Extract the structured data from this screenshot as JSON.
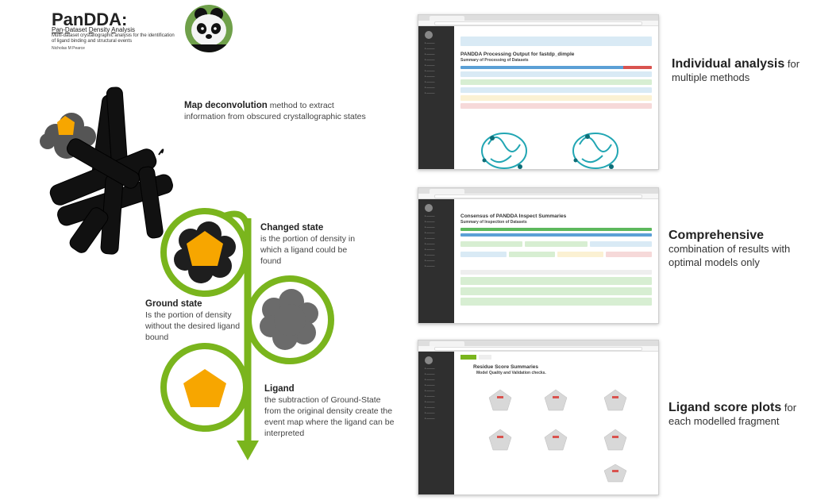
{
  "header": {
    "title": "PanDDA:",
    "subtitle_pan": "Pan",
    "subtitle_dash1": "-",
    "subtitle_dataset": "D",
    "subtitle_ataset": "ataset ",
    "subtitle_density": "D",
    "subtitle_ensity": "ensity ",
    "subtitle_analysis": "A",
    "subtitle_nalysis": "nalysis",
    "description": "Multi-dataset crystallographic analysis for the identification of ligand binding and structural events",
    "author": "Nicholas M Pearce"
  },
  "sections": {
    "map_deconvolution": {
      "bold": "Map deconvolution",
      "text": "method to extract information from obscured crystallographic states"
    },
    "changed_state": {
      "bold": "Changed state",
      "text": "is the portion of density in which a ligand could be found"
    },
    "ground_state": {
      "bold": "Ground state",
      "text": "Is the portion of density without the desired ligand bound"
    },
    "ligand": {
      "bold": "Ligand",
      "text": "the subtraction of Ground-State from the original density create the event map where the ligand can be interpreted"
    }
  },
  "features": [
    {
      "bold": "Individual analysis",
      "text": "for multiple methods"
    },
    {
      "bold": "Comprehensive",
      "text": "combination of results with optimal models only"
    },
    {
      "bold": "Ligand score plots",
      "text": "for each modelled fragment"
    }
  ],
  "screens": {
    "s1": {
      "h1": "PANDDA Processing Output for fastdp_dimple",
      "h2": "Summary of Processing of Datasets"
    },
    "s2": {
      "h1": "Consensus of PANDDA Inspect Summaries",
      "h2": "Summary of Inspection of Datasets"
    },
    "s3": {
      "h1": "Residue Score Summaries",
      "h2": "Model Quality and Validation checks."
    }
  },
  "colors": {
    "accent_green": "#7ab51d",
    "orange": "#f7a600",
    "dark_blob": "#1e1e1e",
    "grey_blob": "#6b6b6b"
  }
}
